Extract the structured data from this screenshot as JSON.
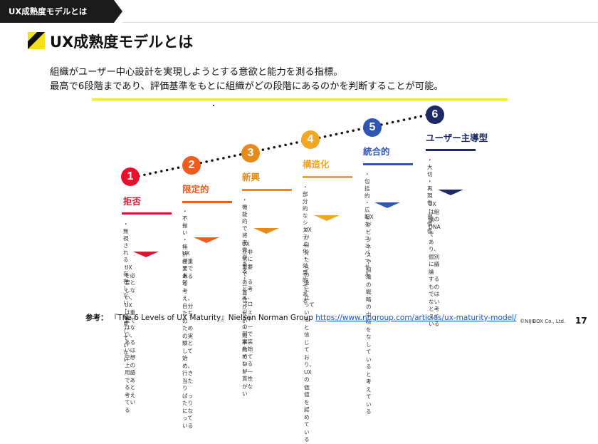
{
  "header": {
    "section_tab": "UX成熟度モデルとは"
  },
  "title": "UX成熟度モデルとは",
  "lead": [
    "組織がユーザー中心設計を実現しようとする意欲と能力を測る指標。",
    "最高で6段階まであり、評価基準をもとに組織がどの段階にあるのかを判断することが可能。"
  ],
  "steps": [
    {
      "number": "1",
      "name": "拒否",
      "color": "#e8112d",
      "traits": [
        "・無視される",
        "・存在しない",
        "・発見していない"
      ],
      "desc": [
        "UXを必要としない、",
        "UXは重要ではない、",
        "あるいは空想上の",
        "用語であると考え",
        "ている"
      ]
    },
    {
      "number": "2",
      "name": "限定的",
      "color": "#ee5d1f",
      "traits": [
        "・不揃い",
        "・無計画",
        "・未知"
      ],
      "desc": [
        "UXが重要であると",
        "考え、自分たちの",
        "ための実験として",
        "始め、行き当たり",
        "ばったりになって",
        "いる"
      ]
    },
    {
      "number": "3",
      "name": "新興",
      "color": "#e68a1a",
      "traits": [
        "・機能的で将来性",
        "がある",
        "・一貫性がない",
        "・効率的でない"
      ],
      "desc": [
        "UXが非常に重要で",
        "あると考え、プロ",
        "ジェクトの一部で",
        "実装を始めている",
        "が一貫性がない"
      ]
    },
    {
      "number": "4",
      "name": "構造化",
      "color": "#f3a621",
      "traits": [
        "・部分的なシステ",
        "ム化",
        "・効果的である"
      ],
      "desc": [
        "UXが自分たちの役",
        "に立っていると信",
        "じており、UXの価",
        "値を認めている"
      ]
    },
    {
      "number": "5",
      "name": "統合的",
      "color": "#2f55b7",
      "traits": [
        "・包括的",
        "・広範な",
        "・ユニバーサル"
      ],
      "desc": [
        "UXがビジネスや組",
        "織の戦略の中核を",
        "なしていると考え",
        "ている"
      ]
    },
    {
      "number": "6",
      "name": "ユーザー主導型",
      "color": "#1e2a66",
      "traits": [
        "・大切",
        "・再現性",
        "・習慣性"
      ],
      "desc": [
        "UXは組織のDNAで",
        "あり、個別に議論",
        "するものではない",
        "と考えている"
      ]
    }
  ],
  "footer": {
    "ref_prefix": "参考：",
    "ref_text": "『The 6 Levels of UX Maturity』Nielsen Norman Group",
    "ref_url": "https://www.nngroup.com/articles/ux-maturity-model/",
    "copyright": "©NIJIBOX Co., Ltd.",
    "page": "17"
  },
  "colors": {
    "accent_yellow": "#f4ea24",
    "dark": "#1b1b1b",
    "link": "#1a55c8"
  }
}
